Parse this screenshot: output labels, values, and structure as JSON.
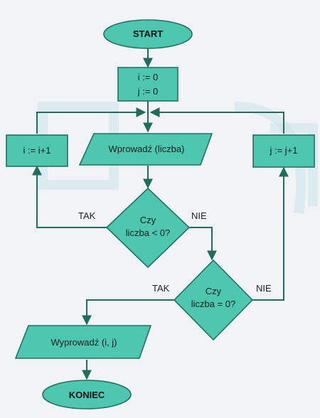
{
  "nodes": {
    "start": "START",
    "init_line1": "i := 0",
    "init_line2": "j := 0",
    "input": "Wprowadź (liczba)",
    "inc_i": "i := i+1",
    "inc_j": "j := j+1",
    "cond1_line1": "Czy",
    "cond1_line2": "liczba < 0?",
    "cond2_line1": "Czy",
    "cond2_line2": "liczba = 0?",
    "output": "Wyprowadź (i, j)",
    "end": "KONIEC"
  },
  "edge_labels": {
    "cond1_yes": "TAK",
    "cond1_no": "NIE",
    "cond2_yes": "TAK",
    "cond2_no": "NIE"
  },
  "colors": {
    "shape_fill": "#4ec7b0",
    "shape_stroke": "#22725f",
    "connector": "#1f6e5c",
    "background": "#f1f3f7"
  }
}
